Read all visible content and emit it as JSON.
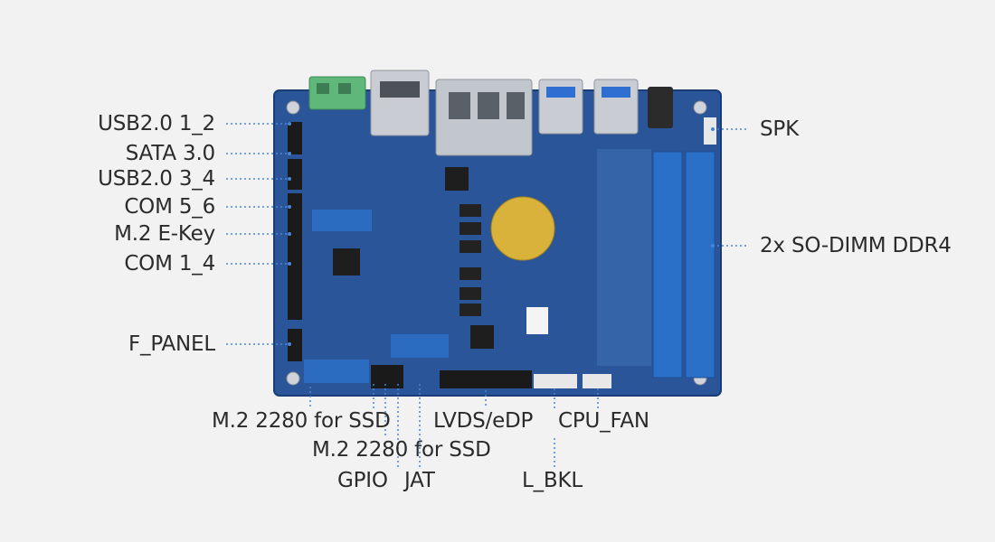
{
  "labels": {
    "left": [
      {
        "id": "usb20-1-2",
        "text": "USB2.0 1_2"
      },
      {
        "id": "sata-3-0",
        "text": "SATA 3.0"
      },
      {
        "id": "usb20-3-4",
        "text": "USB2.0 3_4"
      },
      {
        "id": "com-5-6",
        "text": "COM 5_6"
      },
      {
        "id": "m2-e-key",
        "text": "M.2 E-Key"
      },
      {
        "id": "com-1-4",
        "text": "COM 1_4"
      },
      {
        "id": "f-panel",
        "text": "F_PANEL"
      }
    ],
    "right": [
      {
        "id": "spk",
        "text": "SPK"
      },
      {
        "id": "so-dimm",
        "text": "2x SO-DIMM DDR4"
      }
    ],
    "bottom": [
      {
        "id": "m2-2280-ssd-1",
        "text": "M.2 2280 for SSD"
      },
      {
        "id": "m2-2280-ssd-2",
        "text": "M.2 2280 for SSD"
      },
      {
        "id": "gpio",
        "text": "GPIO"
      },
      {
        "id": "jat",
        "text": "JAT"
      },
      {
        "id": "lvds-edp",
        "text": "LVDS/eDP"
      },
      {
        "id": "cpu-fan",
        "text": "CPU_FAN"
      },
      {
        "id": "l-bkl",
        "text": "L_BKL"
      }
    ]
  },
  "colors": {
    "pcb": "#2a5598",
    "pcb_dark": "#1f4684",
    "dimm_slot": "#2b70c8",
    "leader": "#4a86d6",
    "text": "#2b2b2b",
    "terminal": "#5fb87a",
    "battery": "#d8b23a",
    "metal": "#c9cdd3"
  }
}
